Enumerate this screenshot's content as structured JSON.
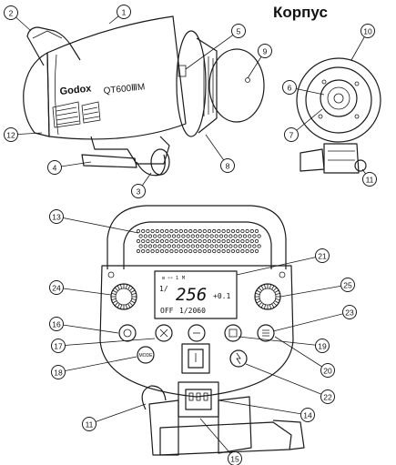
{
  "header": {
    "title": "Корпус"
  },
  "product": {
    "brand": "Godox",
    "model": "QT600ⅢM"
  },
  "lcd": {
    "mode": "M",
    "value": "256",
    "value_suffix": "+0.1",
    "fraction": "1/",
    "sync": "OFF",
    "speed": "1/2060"
  },
  "buttons": {
    "mode_label": "MODE"
  },
  "callouts": [
    {
      "num": "1"
    },
    {
      "num": "2"
    },
    {
      "num": "3"
    },
    {
      "num": "4"
    },
    {
      "num": "5"
    },
    {
      "num": "6"
    },
    {
      "num": "7"
    },
    {
      "num": "8"
    },
    {
      "num": "9"
    },
    {
      "num": "10"
    },
    {
      "num": "11"
    },
    {
      "num": "12"
    },
    {
      "num": "13"
    },
    {
      "num": "14"
    },
    {
      "num": "15"
    },
    {
      "num": "16"
    },
    {
      "num": "17"
    },
    {
      "num": "18"
    },
    {
      "num": "19"
    },
    {
      "num": "20"
    },
    {
      "num": "21"
    },
    {
      "num": "22"
    },
    {
      "num": "23"
    },
    {
      "num": "24"
    },
    {
      "num": "25"
    },
    {
      "num": "11"
    }
  ]
}
